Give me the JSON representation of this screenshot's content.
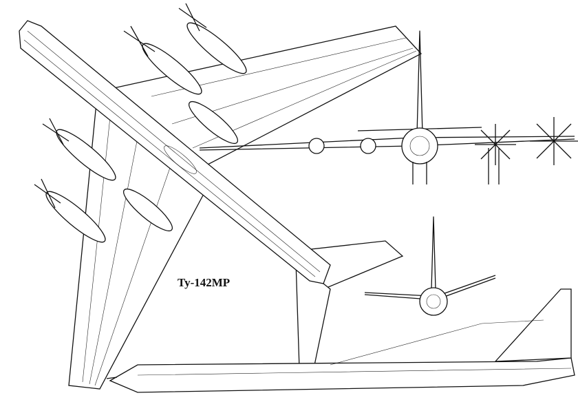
{
  "drawing": {
    "label": "Ty-142MP",
    "views": [
      "top-view",
      "front-view",
      "rear-view",
      "side-view"
    ],
    "line_color": "#111111",
    "background": "#ffffff"
  }
}
